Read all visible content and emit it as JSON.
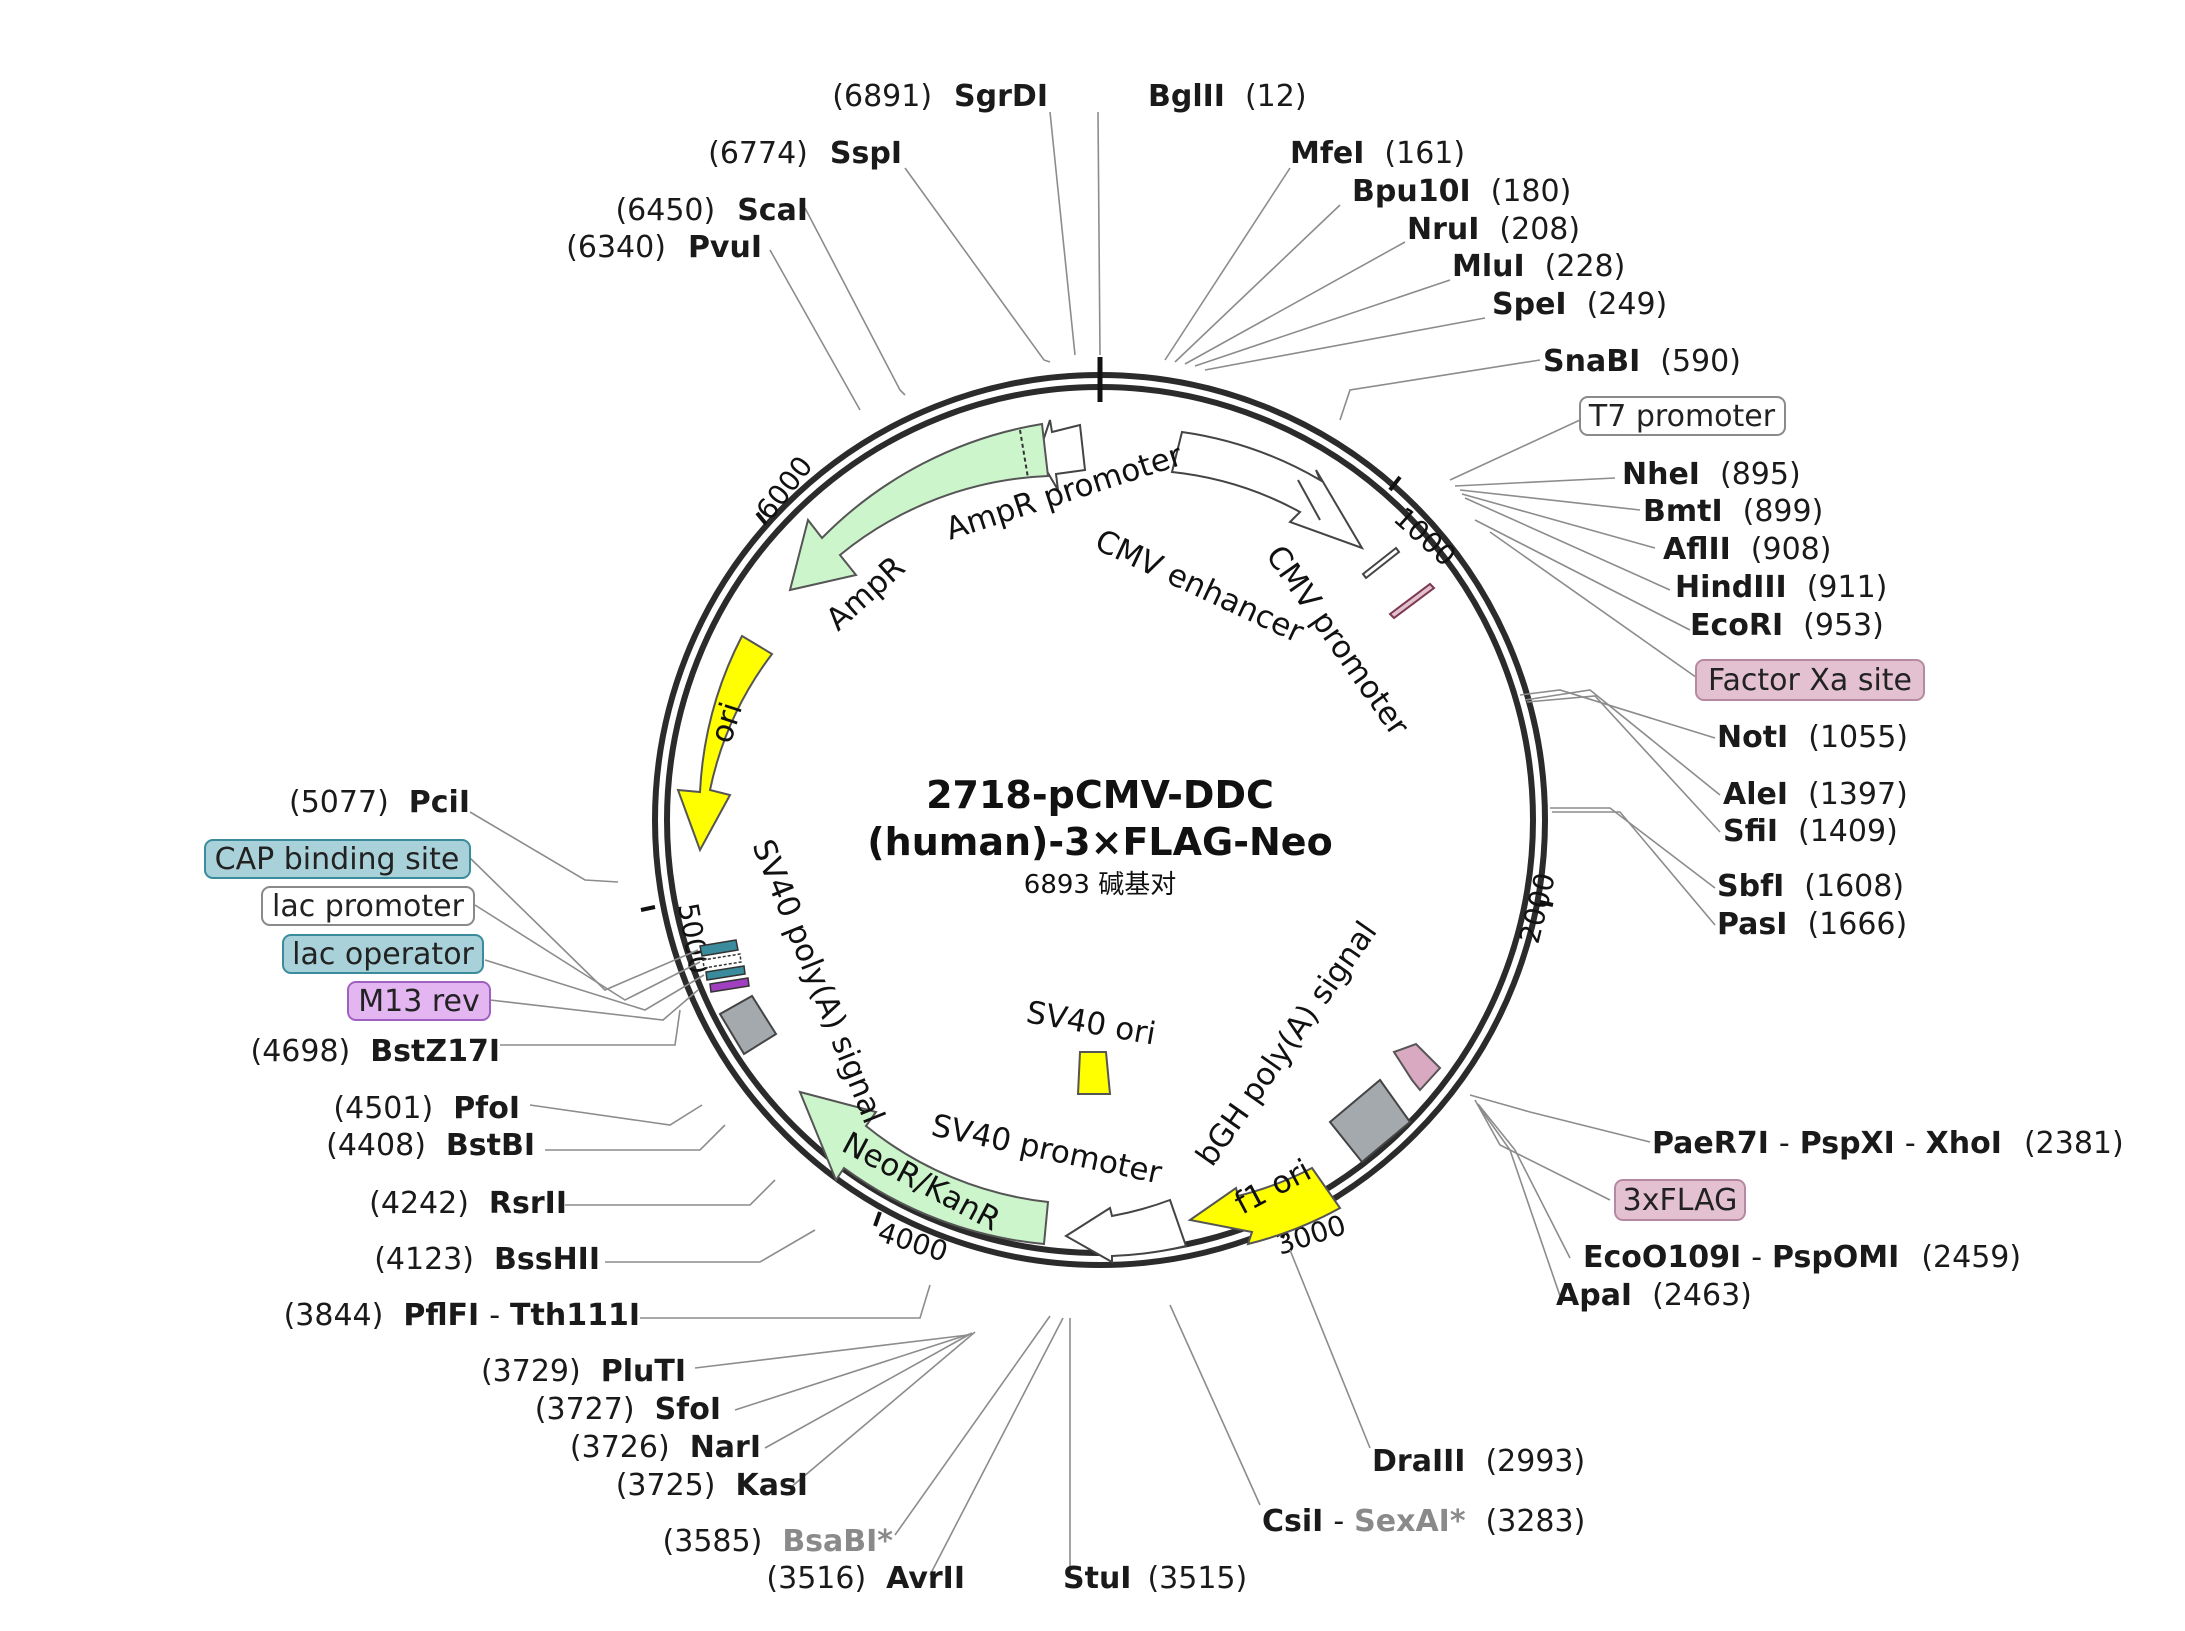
{
  "plasmid": {
    "name_line1": "2718-pCMV-DDC",
    "name_line2": "(human)-3×FLAG-Neo",
    "length": "6893 碱基对"
  },
  "ticks": [
    "1000",
    "2000",
    "3000",
    "4000",
    "5000",
    "6000"
  ],
  "sites": {
    "sgrdi": {
      "name": "SgrDI",
      "pos": "(6891)"
    },
    "bglii": {
      "name": "BglII",
      "pos": "(12)"
    },
    "sspi": {
      "name": "SspI",
      "pos": "(6774)"
    },
    "mfei": {
      "name": "MfeI",
      "pos": "(161)"
    },
    "bpu10i": {
      "name": "Bpu10I",
      "pos": "(180)"
    },
    "scai": {
      "name": "ScaI",
      "pos": "(6450)"
    },
    "nrui": {
      "name": "NruI",
      "pos": "(208)"
    },
    "pvui": {
      "name": "PvuI",
      "pos": "(6340)"
    },
    "mlui": {
      "name": "MluI",
      "pos": "(228)"
    },
    "spei": {
      "name": "SpeI",
      "pos": "(249)"
    },
    "snabi": {
      "name": "SnaBI",
      "pos": "(590)"
    },
    "nhei": {
      "name": "NheI",
      "pos": "(895)"
    },
    "bmti": {
      "name": "BmtI",
      "pos": "(899)"
    },
    "aflii": {
      "name": "AflII",
      "pos": "(908)"
    },
    "hindiii": {
      "name": "HindIII",
      "pos": "(911)"
    },
    "ecori": {
      "name": "EcoRI",
      "pos": "(953)"
    },
    "noti": {
      "name": "NotI",
      "pos": "(1055)"
    },
    "alei": {
      "name": "AleI",
      "pos": "(1397)"
    },
    "sfii": {
      "name": "SfiI",
      "pos": "(1409)"
    },
    "sbfi": {
      "name": "SbfI",
      "pos": "(1608)"
    },
    "pasi": {
      "name": "PasI",
      "pos": "(1666)"
    },
    "paer7i": {
      "name1": "PaeR7I",
      "name2": "PspXI",
      "name3": "XhoI",
      "sep": "-",
      "pos": "(2381)"
    },
    "eco0109i": {
      "name1": "EcoO109I",
      "name2": "PspOMI",
      "sep": "-",
      "pos": "(2459)"
    },
    "apai": {
      "name": "ApaI",
      "pos": "(2463)"
    },
    "draiii": {
      "name": "DraIII",
      "pos": "(2993)"
    },
    "csii": {
      "name1": "CsiI",
      "name2": "SexAI*",
      "sep": "-",
      "pos": "(3283)"
    },
    "stui": {
      "name": "StuI",
      "pos": "(3515)"
    },
    "avrii": {
      "name": "AvrII",
      "pos": "(3516)"
    },
    "bsabi": {
      "name": "BsaBI*",
      "pos": "(3585)"
    },
    "kasi": {
      "name": "KasI",
      "pos": "(3725)"
    },
    "nari": {
      "name": "NarI",
      "pos": "(3726)"
    },
    "sfoi": {
      "name": "SfoI",
      "pos": "(3727)"
    },
    "pluti": {
      "name": "PluTI",
      "pos": "(3729)"
    },
    "pflfi": {
      "name1": "PflFI",
      "name2": "Tth111I",
      "sep": "-",
      "pos": "(3844)"
    },
    "bsshii": {
      "name": "BssHII",
      "pos": "(4123)"
    },
    "rsrii": {
      "name": "RsrII",
      "pos": "(4242)"
    },
    "bstbi": {
      "name": "BstBI",
      "pos": "(4408)"
    },
    "pfoi": {
      "name": "PfoI",
      "pos": "(4501)"
    },
    "bstz17i": {
      "name": "BstZ17I",
      "pos": "(4698)"
    },
    "pcii": {
      "name": "PciI",
      "pos": "(5077)"
    }
  },
  "boxed_features": {
    "t7_promoter": "T7 promoter",
    "factor_xa": "Factor Xa site",
    "flag3x": "3xFLAG",
    "cap_binding": "CAP binding site",
    "lac_promoter": "lac promoter",
    "lac_operator": "lac operator",
    "m13_rev": "M13 rev"
  },
  "features": {
    "ampr_promoter": "AmpR promoter",
    "ampr": "AmpR",
    "cmv_enhancer": "CMV enhancer",
    "cmv_promoter": "CMV promoter",
    "ori": "ori",
    "sv40_polya": "SV40 poly(A) signal",
    "sv40_ori": "SV40 ori",
    "bgh_polya": "bGH poly(A) signal",
    "f1_ori": "f1 ori",
    "sv40_promoter": "SV40 promoter",
    "neor": "NeoR/KanR"
  },
  "colors": {
    "backbone": "#2b2b2b",
    "ampr": "#ccf5cc",
    "ori": "#ffff00",
    "neor": "#ccf5cc",
    "pink_box": "#e4c1d0",
    "teal_box": "#a9d1d9",
    "purple_box": "#e3b6f2",
    "grey_feature": "#a4a9ad"
  }
}
